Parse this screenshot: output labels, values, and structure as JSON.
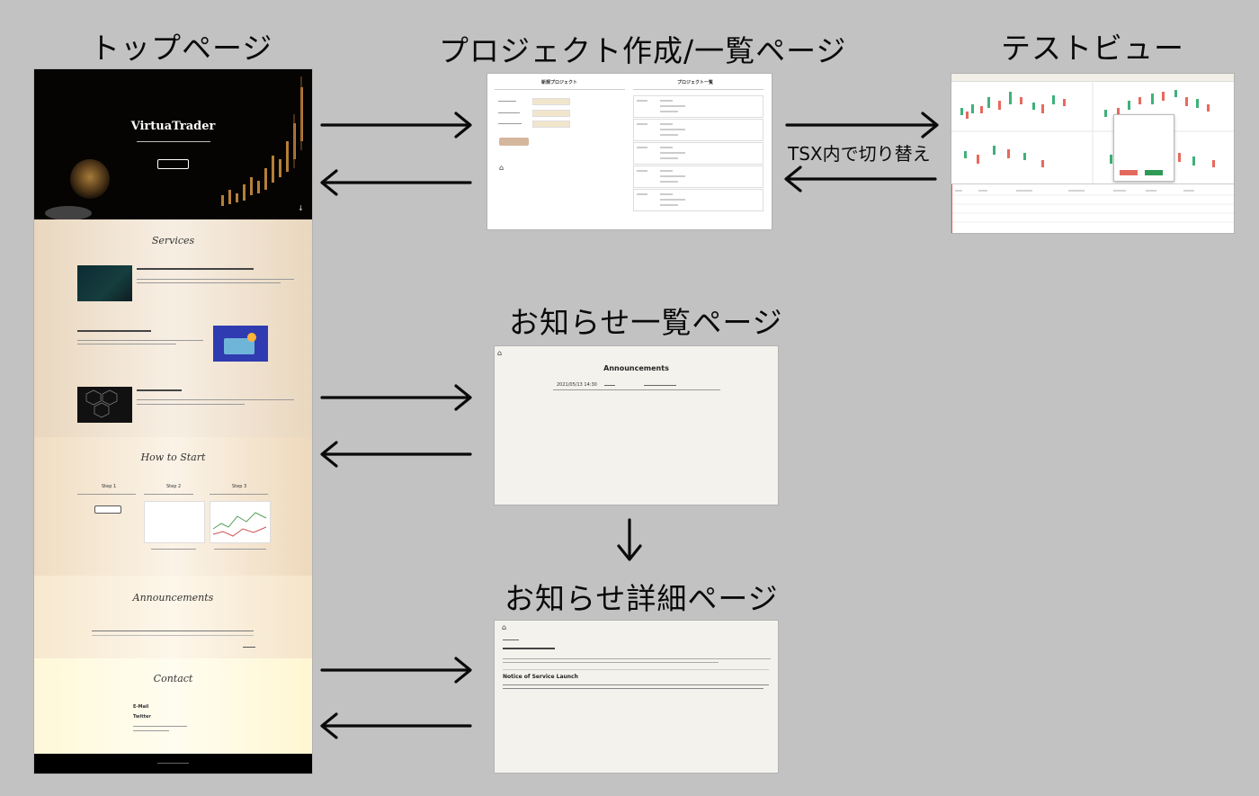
{
  "titles": {
    "top_page": "トップページ",
    "project_page": "プロジェクト作成/一覧ページ",
    "test_view": "テストビュー",
    "ann_list": "お知らせ一覧ページ",
    "ann_detail": "お知らせ詳細ページ"
  },
  "arrow_label": "TSX内で切り替え",
  "top_page": {
    "brand": "VirtuaTrader",
    "services_title": "Services",
    "how_title": "How to Start",
    "steps": [
      "Step 1",
      "Step 2",
      "Step 3"
    ],
    "announcements_title": "Announcements",
    "contact_title": "Contact",
    "contact_email": "E-Mail",
    "contact_twitter": "Twitter"
  },
  "project_page": {
    "new_header": "新規プロジェクト",
    "list_header": "プロジェクト一覧"
  },
  "ann_list": {
    "title": "Announcements",
    "row_date": "2021/05/13 14:30"
  },
  "ann_detail": {
    "heading_en": "Notice of Service Launch"
  },
  "colors": {
    "background": "#c2c2c2",
    "arrow": "#0a0a0a",
    "page_bg": "#f4f2ec",
    "accent_gold": "#d8a55a"
  }
}
